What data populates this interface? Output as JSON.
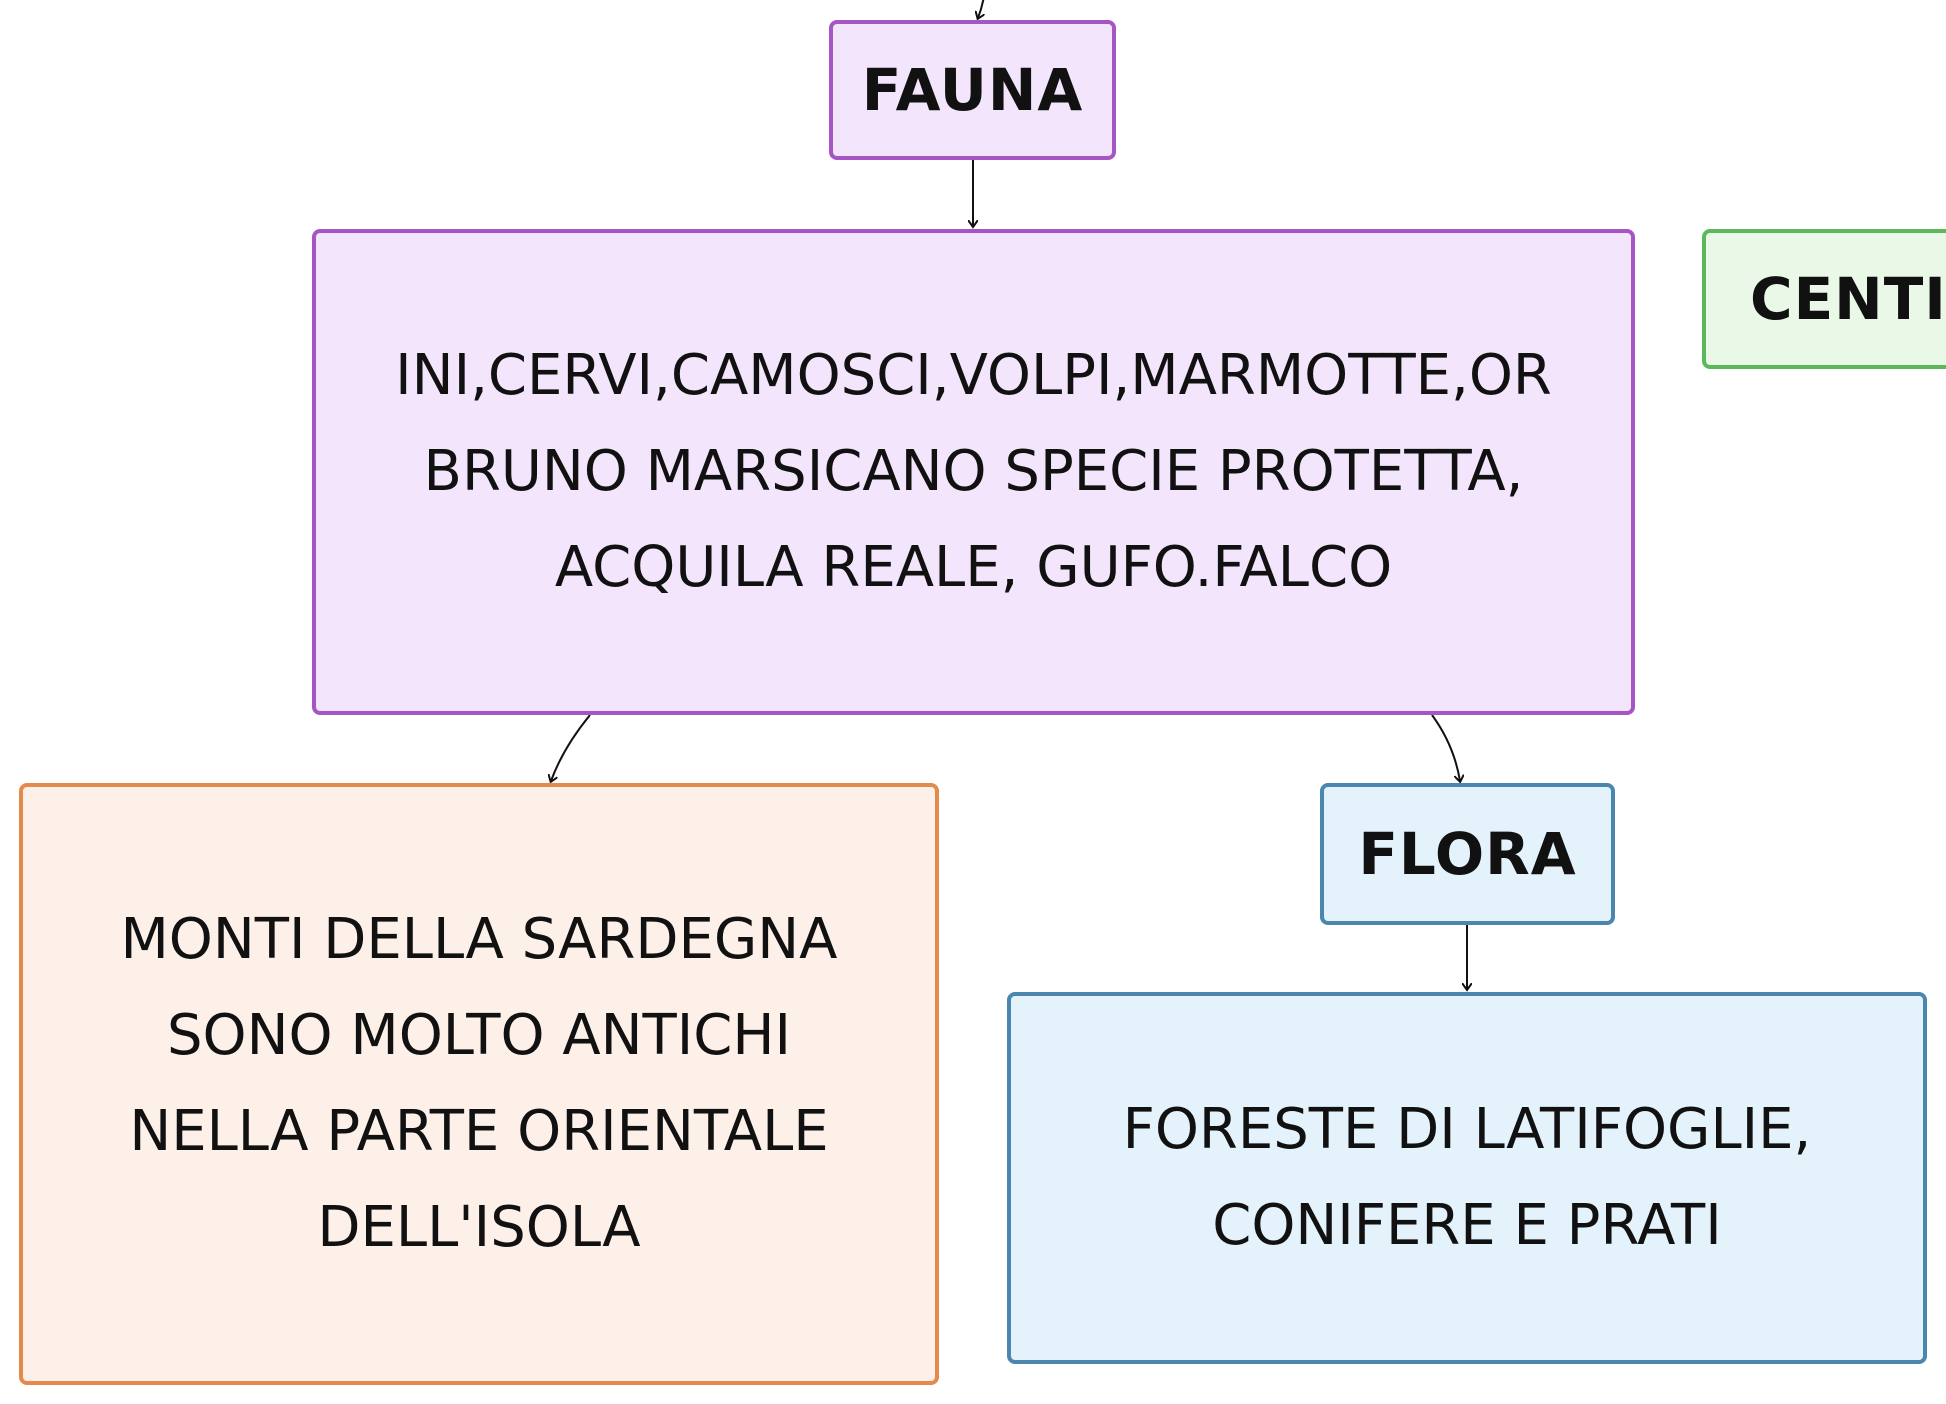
{
  "diagram": {
    "nodes": {
      "fauna": {
        "label": "FAUNA"
      },
      "fauna_list": {
        "lines": [
          "INI,CERVI,CAMOSCI,VOLPI,MARMOTTE,OR",
          "BRUNO MARSICANO SPECIE PROTETTA,",
          "ACQUILA REALE, GUFO.FALCO"
        ]
      },
      "centri": {
        "label": "CENTI"
      },
      "monti": {
        "lines": [
          "MONTI  DELLA SARDEGNA",
          "SONO MOLTO ANTICHI",
          "NELLA PARTE ORIENTALE",
          "DELL'ISOLA"
        ]
      },
      "flora": {
        "label": "FLORA"
      },
      "flora_list": {
        "lines": [
          "FORESTE DI LATIFOGLIE,",
          "CONIFERE E PRATI"
        ]
      }
    },
    "colors": {
      "purple_fill": "#f3e5fb",
      "purple_border": "#a655c4",
      "orange_fill": "#fdf0e9",
      "orange_border": "#e58a4d",
      "blue_fill": "#e4f2fc",
      "blue_border": "#4a86ad",
      "green_fill": "#eaf8e8",
      "green_border": "#5cb85a",
      "text": "#111111",
      "connector": "#111111"
    }
  }
}
